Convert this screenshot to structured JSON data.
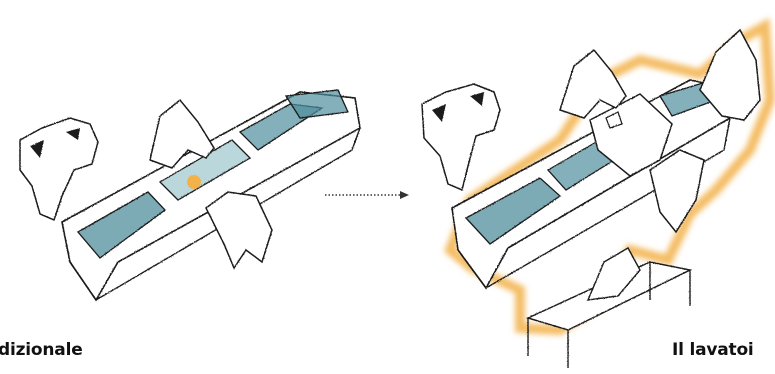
{
  "captions": {
    "left": "dizionale",
    "right": "Il lavatoi"
  },
  "colors": {
    "background": "#ffffff",
    "ink": "#1a1a1a",
    "water": "#4f8f9c",
    "water_light": "#a9cdd2",
    "highlight_glow": "#f2b24a",
    "arrow": "#333333"
  },
  "icons": {
    "transition": "dotted-arrow-right"
  }
}
